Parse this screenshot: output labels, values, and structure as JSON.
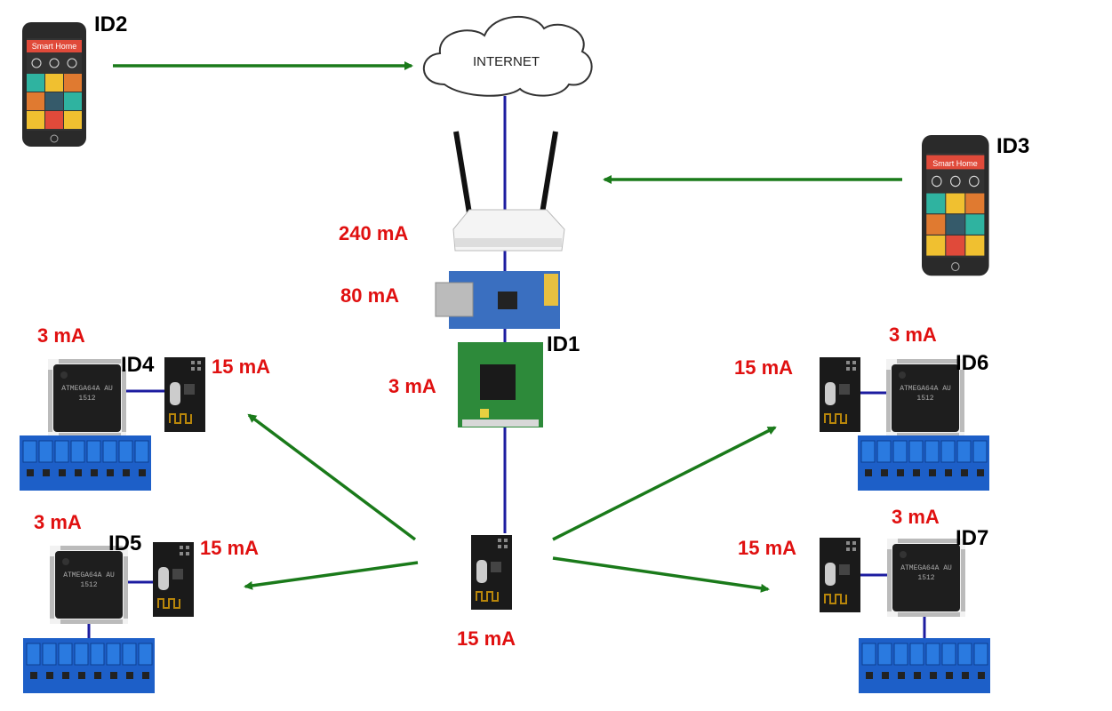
{
  "cloud": {
    "label": "INTERNET"
  },
  "phones": [
    {
      "id": "ID2",
      "app_title": "Smart Home"
    },
    {
      "id": "ID3",
      "app_title": "Smart Home"
    }
  ],
  "hub": {
    "id": "ID1",
    "router_current": "240 mA",
    "ethernet_current": "80 mA",
    "mcu_current": "3 mA",
    "radio_current": "15 mA"
  },
  "nodes": [
    {
      "id": "ID4",
      "mcu_current": "3 mA",
      "radio_current": "15 mA"
    },
    {
      "id": "ID5",
      "mcu_current": "3 mA",
      "radio_current": "15 mA"
    },
    {
      "id": "ID6",
      "mcu_current": "3 mA",
      "radio_current": "15 mA"
    },
    {
      "id": "ID7",
      "mcu_current": "3 mA",
      "radio_current": "15 mA"
    }
  ],
  "chip_marking": "ATMEGA64A AU 1512",
  "colors": {
    "wireless_arrow": "#1a7a1a",
    "wired_link": "#1c1ca0",
    "current_label": "#e01010"
  }
}
